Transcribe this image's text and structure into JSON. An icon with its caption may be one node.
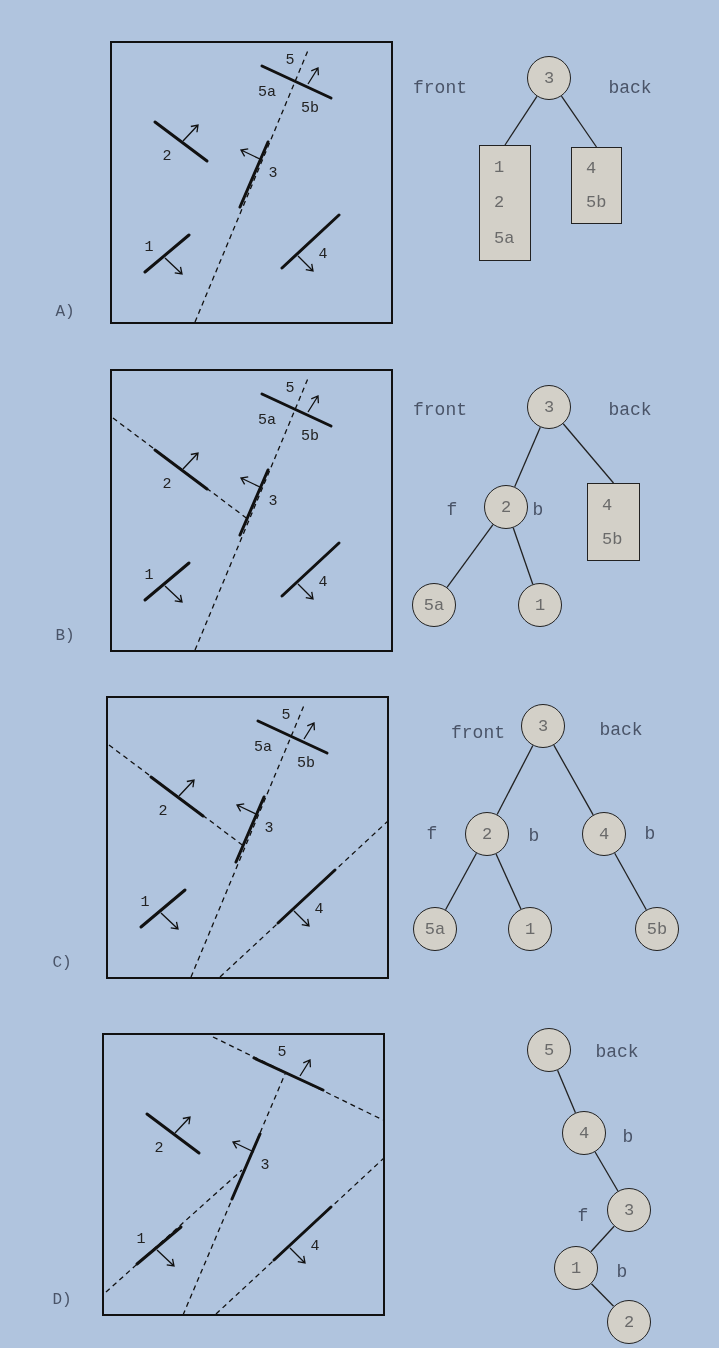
{
  "diagram": {
    "nodes": [
      {
        "text": [
          "3"
        ],
        "beside": [
          "front",
          "back"
        ]
      },
      {
        "text": [
          "1",
          "2",
          "5a"
        ]
      },
      {
        "text": [
          "4",
          "5b"
        ]
      },
      {
        "text": [
          "3"
        ],
        "beside": [
          "front",
          "back"
        ]
      },
      {
        "text": [
          "2"
        ],
        "beside": [
          "f",
          "b"
        ]
      },
      {
        "text": [
          "4",
          "5b"
        ]
      },
      {
        "text": [
          "5a"
        ]
      },
      {
        "text": [
          "1"
        ]
      },
      {
        "text": [
          "3"
        ],
        "beside": [
          "front",
          "back"
        ]
      },
      {
        "text": [
          "2"
        ],
        "beside": [
          "f",
          "b"
        ]
      },
      {
        "text": [
          "4"
        ],
        "beside": [
          "b"
        ]
      },
      {
        "text": [
          "5a"
        ]
      },
      {
        "text": [
          "1"
        ]
      },
      {
        "text": [
          "5b"
        ]
      },
      {
        "text": [
          "5"
        ],
        "beside": [
          "back"
        ]
      },
      {
        "text": [
          "4"
        ],
        "beside": [
          "b"
        ]
      },
      {
        "text": [
          "3"
        ],
        "beside": [
          "f"
        ]
      },
      {
        "text": [
          "1"
        ],
        "beside": [
          "b"
        ]
      },
      {
        "text": [
          "2"
        ]
      }
    ],
    "edges": [
      {
        "from": 0,
        "to": 1,
        "arrow": "none"
      },
      {
        "from": 0,
        "to": 2,
        "arrow": "none"
      },
      {
        "from": 3,
        "to": 4,
        "arrow": "none"
      },
      {
        "from": 3,
        "to": 5,
        "arrow": "none"
      },
      {
        "from": 4,
        "to": 6,
        "arrow": "none"
      },
      {
        "from": 4,
        "to": 7,
        "arrow": "none"
      },
      {
        "from": 8,
        "to": 9,
        "arrow": "none"
      },
      {
        "from": 8,
        "to": 10,
        "arrow": "none"
      },
      {
        "from": 9,
        "to": 11,
        "arrow": "none"
      },
      {
        "from": 9,
        "to": 12,
        "arrow": "none"
      },
      {
        "from": 10,
        "to": 13,
        "arrow": "none"
      },
      {
        "from": 14,
        "to": 15,
        "arrow": "none"
      },
      {
        "from": 15,
        "to": 16,
        "arrow": "none"
      },
      {
        "from": 16,
        "to": 17,
        "arrow": "none"
      },
      {
        "from": 17,
        "to": 18,
        "arrow": "none"
      }
    ],
    "labels": [
      "5",
      "5a",
      "5b",
      "2",
      "3",
      "1",
      "4",
      "A)",
      "5",
      "5a",
      "5b",
      "2",
      "3",
      "1",
      "4",
      "B)",
      "5",
      "5a",
      "5b",
      "2",
      "3",
      "1",
      "4",
      "C)",
      "5",
      "2",
      "3",
      "1",
      "4",
      "D)"
    ]
  }
}
